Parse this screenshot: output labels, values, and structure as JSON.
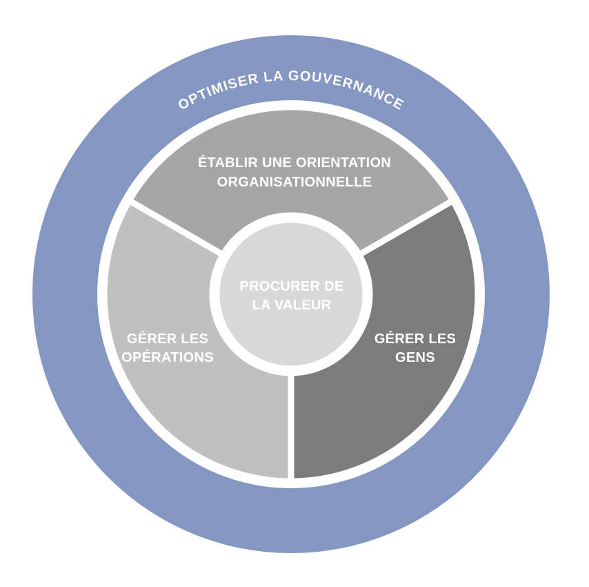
{
  "page": {
    "background_color": "#FFFFFF"
  },
  "diagram": {
    "kind": "governance-wheel",
    "text_color": "#FFFFFF",
    "divider_color": "#FFFFFF",
    "outer_ring": {
      "label": "OPTIMISER LA GOUVERNANCE",
      "color": "#8397C2"
    },
    "segments": [
      {
        "id": "etablir-orientation-organisationnelle",
        "lines": [
          "ÉTABLIR UNE ORIENTATION",
          "ORGANISATIONNELLE"
        ],
        "color": "#A6A6A6",
        "position": "top"
      },
      {
        "id": "gerer-les-operations",
        "lines": [
          "GÉRER LES",
          "OPÉRATIONS"
        ],
        "color": "#C0C0C0",
        "position": "left"
      },
      {
        "id": "gerer-les-gens",
        "lines": [
          "GÉRER LES",
          "GENS"
        ],
        "color": "#7C7C7C",
        "position": "right"
      }
    ],
    "center": {
      "id": "procurer-de-la-valeur",
      "lines": [
        "PROCURER DE",
        "LA VALEUR"
      ],
      "color": "#D8D8D8"
    }
  }
}
